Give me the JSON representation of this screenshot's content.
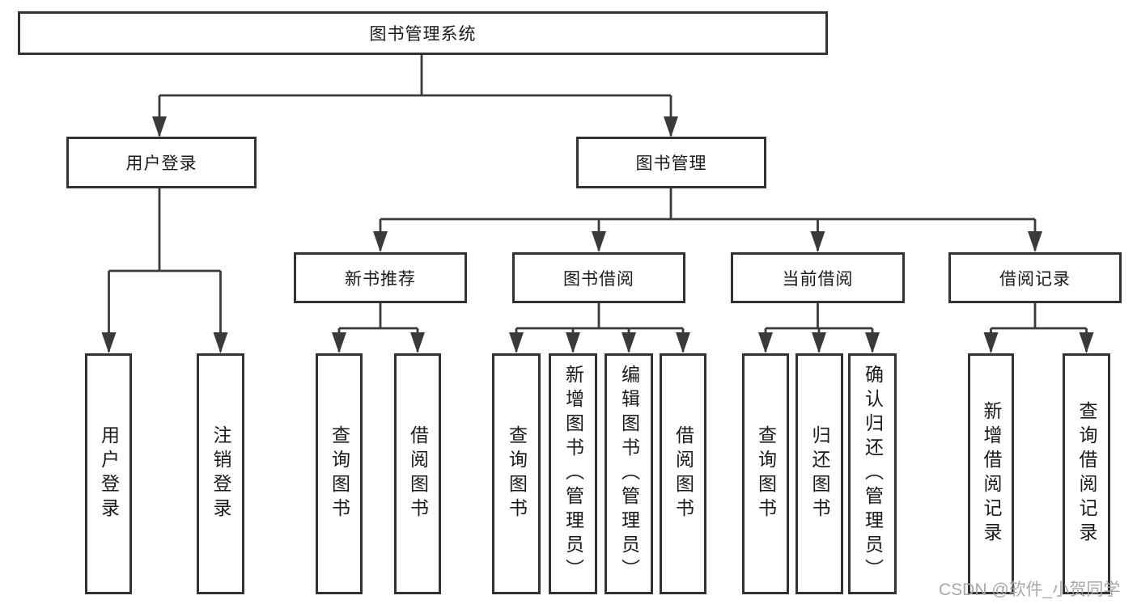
{
  "diagram": {
    "title": "图书管理系统",
    "branches": [
      {
        "label": "用户登录",
        "children": [
          {
            "label": "用户登录"
          },
          {
            "label": "注销登录"
          }
        ]
      },
      {
        "label": "图书管理",
        "children": [
          {
            "label": "新书推荐",
            "children": [
              {
                "label": "查询图书"
              },
              {
                "label": "借阅图书"
              }
            ]
          },
          {
            "label": "图书借阅",
            "children": [
              {
                "label": "查询图书"
              },
              {
                "label": "新增图书（管理员）"
              },
              {
                "label": "编辑图书（管理员）"
              },
              {
                "label": "借阅图书"
              }
            ]
          },
          {
            "label": "当前借阅",
            "children": [
              {
                "label": "查询图书"
              },
              {
                "label": "归还图书"
              },
              {
                "label": "确认归还（管理员）"
              }
            ]
          },
          {
            "label": "借阅记录",
            "children": [
              {
                "label": "新增借阅记录"
              },
              {
                "label": "查询借阅记录"
              }
            ]
          }
        ]
      }
    ]
  },
  "watermark": {
    "text": "CSDN @软件_小贺同学"
  },
  "colors": {
    "line": "#3a3a3a",
    "border": "#333333",
    "text": "#1a1a1a",
    "watermark": "#a9a9a9",
    "background": "#ffffff"
  }
}
